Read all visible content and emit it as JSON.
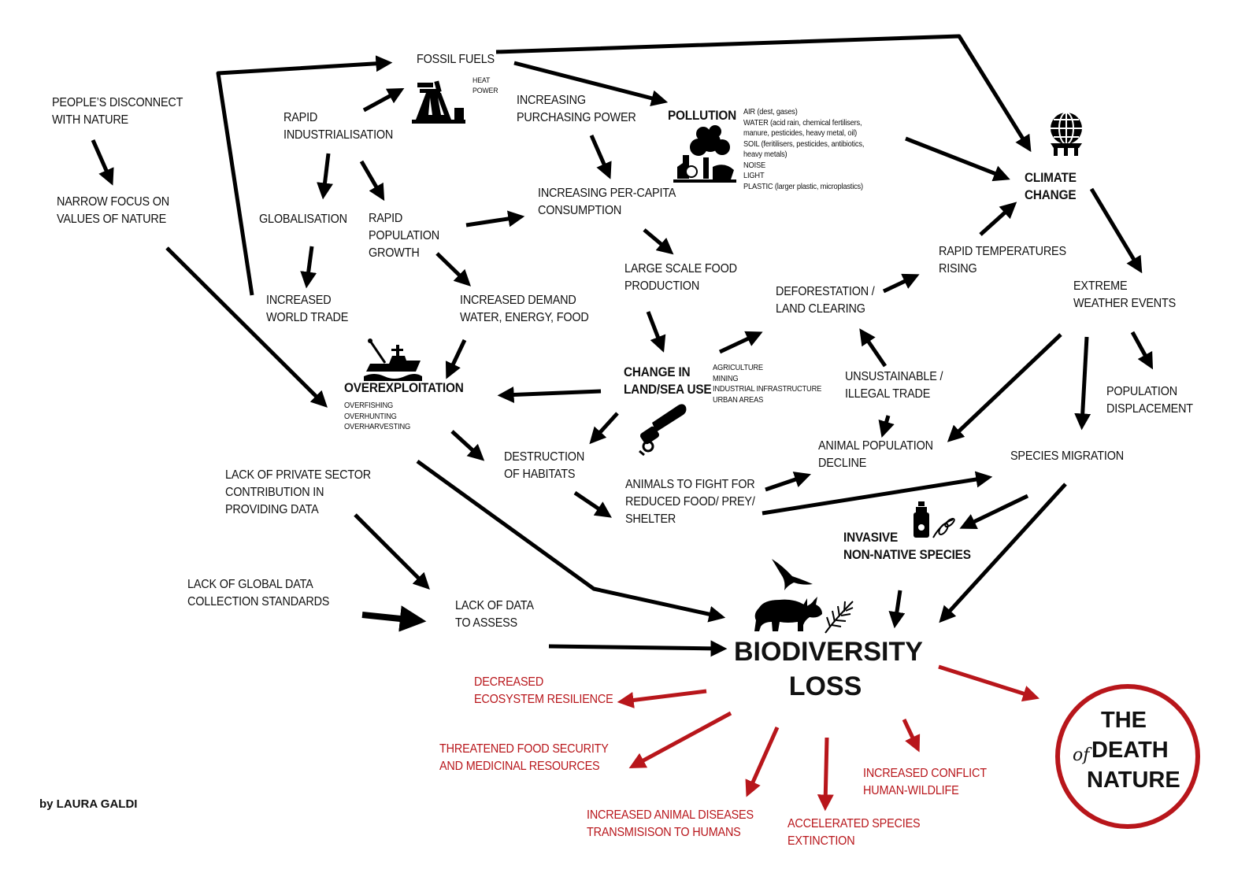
{
  "diagram": {
    "nodes": {
      "fossil_fuels": "FOSSIL FUELS",
      "fossil_fuels_uses": "HEAT\nPOWER",
      "peoples_disconnect": "PEOPLE’S DISCONNECT\nWITH NATURE",
      "rapid_industrialisation": "RAPID\nINDUSTRIALISATION",
      "increasing_purchasing_power": "INCREASING\nPURCHASING POWER",
      "pollution": "POLLUTION",
      "pollution_details": "AIR (dest, gases)\nWATER (acid rain, chemical fertilisers,\nmanure, pesticides, heavy metal, oil)\nSOIL (feritilisers, pesticides, antibiotics,\nheavy metals)\nNOISE\nLIGHT\nPLASTIC (larger plastic, microplastics)",
      "climate_change": "CLIMATE\nCHANGE",
      "narrow_focus": "NARROW FOCUS ON\nVALUES OF NATURE",
      "globalisation": "GLOBALISATION",
      "rapid_population_growth": "RAPID\nPOPULATION\nGROWTH",
      "increasing_consumption": "INCREASING PER-CAPITA\nCONSUMPTION",
      "large_scale_food": "LARGE SCALE FOOD\nPRODUCTION",
      "rapid_temperatures": "RAPID TEMPERATURES\nRISING",
      "deforestation": "DEFORESTATION /\nLAND CLEARING",
      "extreme_weather": "EXTREME\nWEATHER EVENTS",
      "increased_world_trade": "INCREASED\nWORLD TRADE",
      "increased_demand": "INCREASED DEMAND\nWATER, ENERGY, FOOD",
      "overexploitation": "OVEREXPLOITATION",
      "overexploitation_details": "OVERFISHING\nOVERHUNTING\nOVERHARVESTING",
      "change_land_sea": "CHANGE IN\nLAND/SEA USE",
      "change_land_sea_details": "AGRICULTURE\nMINING\nINDUSTRIAL INFRASTRUCTURE\nURBAN AREAS",
      "unsustainable_trade": "UNSUSTAINABLE /\nILLEGAL TRADE",
      "population_displacement": "POPULATION\nDISPLACEMENT",
      "destruction_habitats": "DESTRUCTION\nOF HABITATS",
      "animal_population_decline": "ANIMAL POPULATION\nDECLINE",
      "species_migration": "SPECIES MIGRATION",
      "lack_private_sector": "LACK OF PRIVATE SECTOR\nCONTRIBUTION IN\nPROVIDING DATA",
      "animals_fight": "ANIMALS TO FIGHT FOR\nREDUCED FOOD/ PREY/\nSHELTER",
      "invasive_species": "INVASIVE\nNON-NATIVE SPECIES",
      "lack_global_standards": "LACK OF GLOBAL DATA\nCOLLECTION STANDARDS",
      "lack_of_data": "LACK OF DATA\nTO ASSESS",
      "biodiversity_loss": "BIODIVERSITY\nLOSS"
    },
    "consequences": {
      "decreased_resilience": "DECREASED\nECOSYSTEM RESILIENCE",
      "threatened_food": "THREATENED FOOD SECURITY\nAND MEDICINAL RESOURCES",
      "animal_diseases": "INCREASED ANIMAL DISEASES\nTRANSMISISON TO HUMANS",
      "species_extinction": "ACCELERATED SPECIES\nEXTINCTION",
      "conflict": "INCREASED CONFLICT\nHUMAN-WILDLIFE"
    },
    "death_of_nature": {
      "the": "THE",
      "death": "DEATH",
      "of": "of",
      "nature": "NATURE"
    },
    "author": "by LAURA GALDI",
    "colors": {
      "arrow": "#000000",
      "consequence": "#b8161b"
    },
    "icons": [
      "oil-pump-icon",
      "factory-pollution-icon",
      "globe-icon",
      "fishing-boat-icon",
      "chainsaw-icon",
      "bottle-plant-icon",
      "eagle-icon",
      "rhino-icon",
      "fern-leaf-icon"
    ]
  }
}
